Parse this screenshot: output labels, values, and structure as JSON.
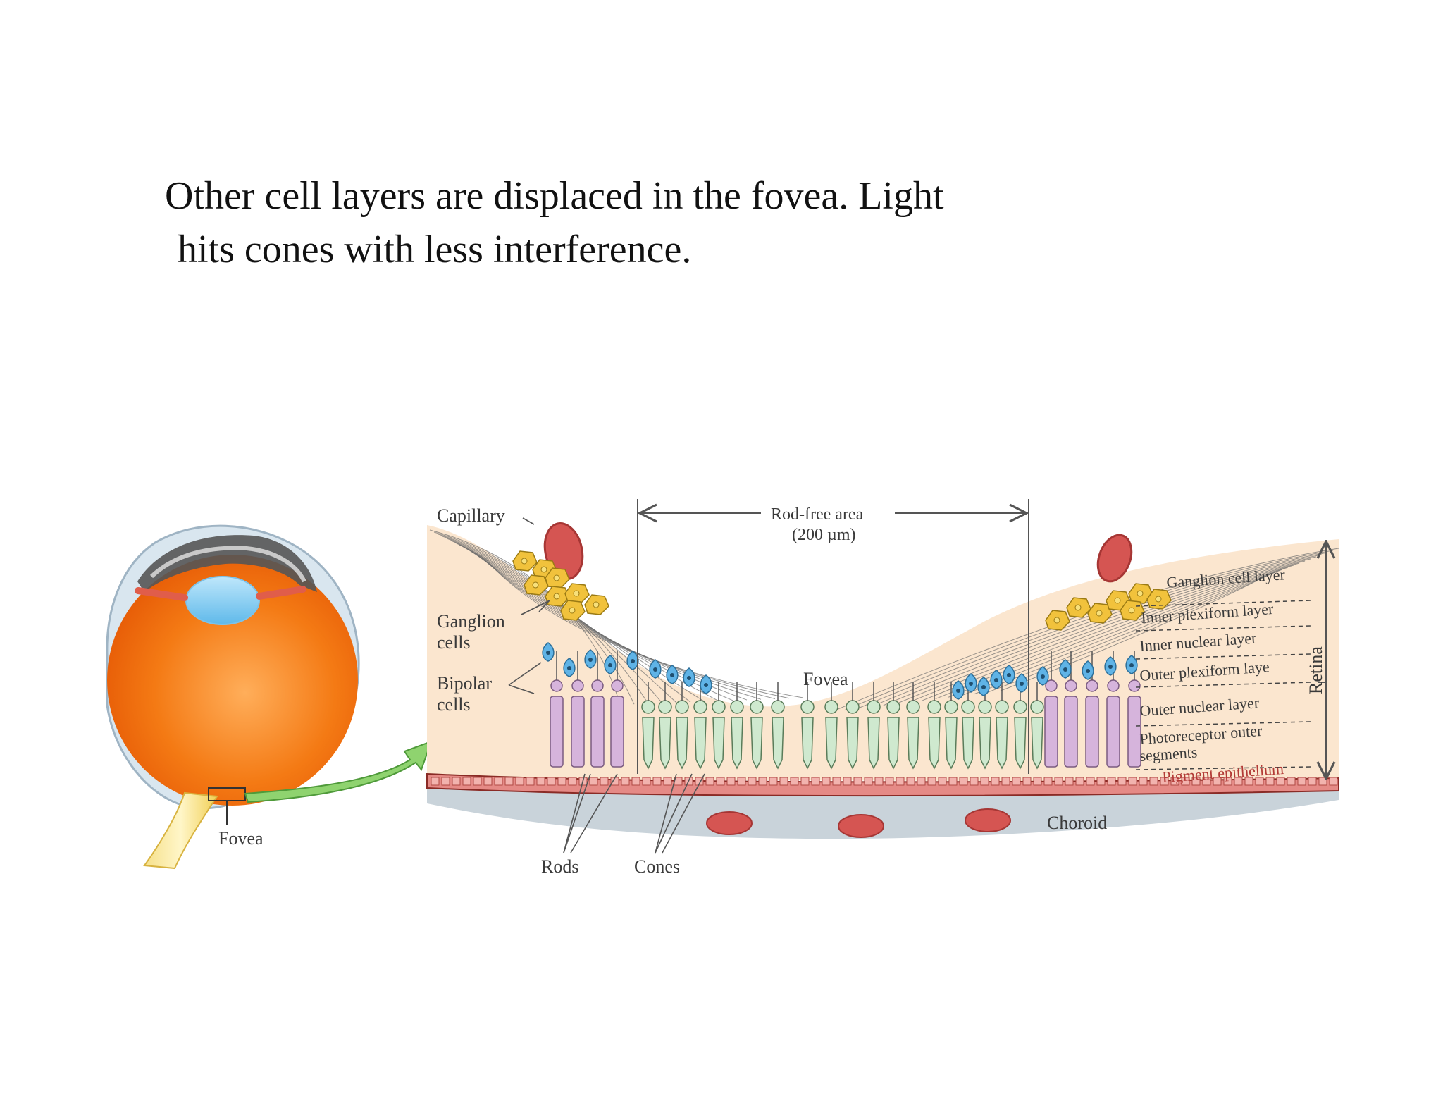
{
  "caption": {
    "line1": "Other cell layers are displaced in the fovea. Light",
    "line2": "hits cones with less interference."
  },
  "eye": {
    "fovea_label": "Fovea"
  },
  "retina": {
    "capillary_label": "Capillary",
    "rod_free_label": "Rod-free area",
    "rod_free_size": "(200 µm)",
    "ganglion_cells_label": [
      "Ganglion",
      "cells"
    ],
    "bipolar_cells_label": [
      "Bipolar",
      "cells"
    ],
    "fovea_label": "Fovea",
    "rods_label": "Rods",
    "cones_label": "Cones",
    "choroid_label": "Choroid",
    "retina_label": "Retina",
    "layers": [
      "Ganglion cell layer",
      "Inner plexiform layer",
      "Inner nuclear layer",
      "Outer plexiform laye",
      "Outer nuclear layer",
      "Photoreceptor outer",
      "segments",
      "Pigment epithelium"
    ]
  },
  "colors": {
    "eyeball": "#f06a0c",
    "tissue": "#fbe6cf",
    "ganglion": "#f1c23c",
    "bipolar": "#5fb3e6",
    "rod": "#d6b4dc",
    "cone": "#cfe9cf",
    "pigment": "#e58a86",
    "choroid": "#c9d3da",
    "capillary": "#d55552",
    "arrow": "#8fd36f"
  }
}
